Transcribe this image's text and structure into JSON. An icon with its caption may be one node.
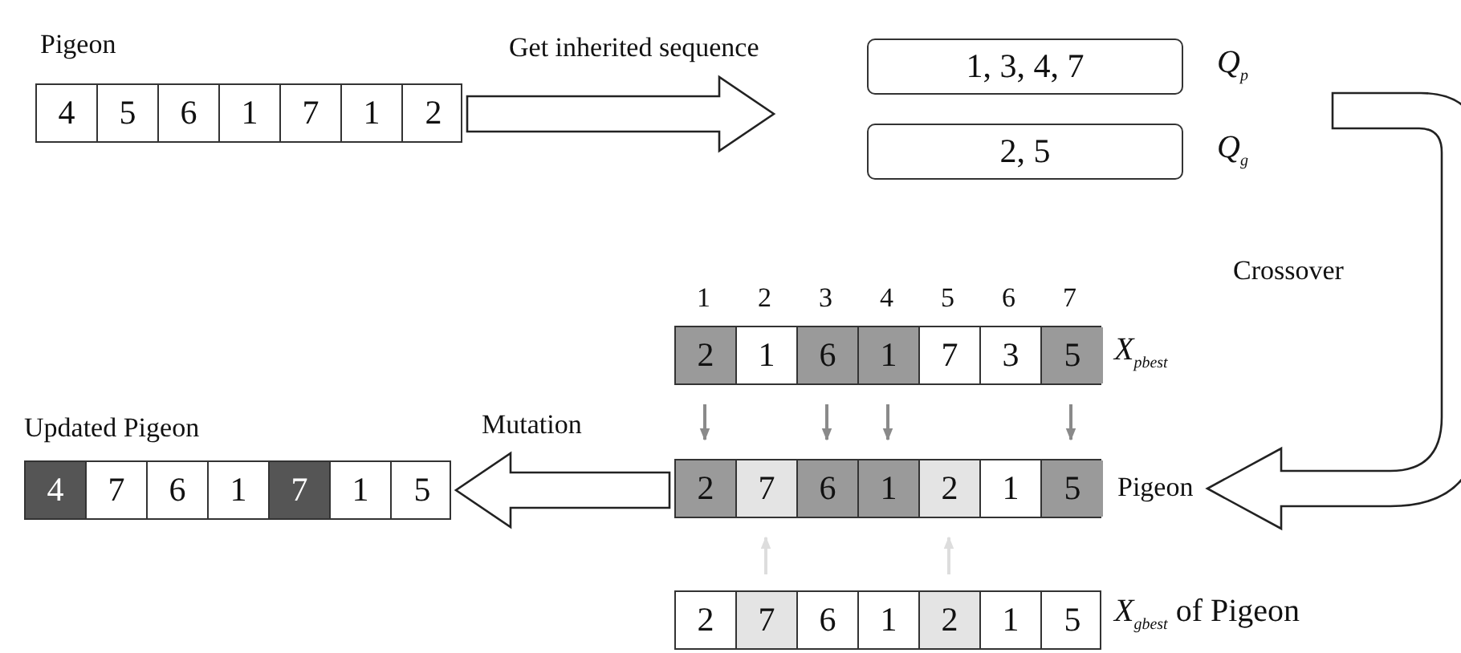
{
  "diagram": {
    "nodes": [
      {
        "text": [],
        "shape": "box",
        "beside": [
          "Pigeon"
        ]
      },
      {
        "text": [
          "4"
        ],
        "in": 0
      },
      {
        "text": [
          "5"
        ],
        "in": 0
      },
      {
        "text": [
          "6"
        ],
        "in": 0
      },
      {
        "text": [
          "1"
        ],
        "in": 0
      },
      {
        "text": [
          "7"
        ],
        "in": 0
      },
      {
        "text": [
          "1"
        ],
        "in": 0
      },
      {
        "text": [
          "2"
        ],
        "in": 0
      },
      {
        "text": [
          "1, 3, 4, 7"
        ],
        "beside": [
          "*Q*$_{p}$"
        ]
      },
      {
        "text": [
          "2, 5"
        ],
        "beside": [
          "*Q*$_{g}$"
        ]
      },
      {
        "text": [],
        "shape": "box",
        "beside": [
          "*X*$_{pbest}$"
        ]
      },
      {
        "text": [
          "2"
        ],
        "in": 10
      },
      {
        "text": [
          "1"
        ],
        "in": 10
      },
      {
        "text": [
          "6"
        ],
        "in": 10
      },
      {
        "text": [
          "1"
        ],
        "in": 10
      },
      {
        "text": [
          "7"
        ],
        "in": 10
      },
      {
        "text": [
          "3"
        ],
        "in": 10
      },
      {
        "text": [
          "5"
        ],
        "in": 10
      },
      {
        "text": [],
        "shape": "box",
        "beside": [
          "Updated Pigeon"
        ]
      },
      {
        "text": [
          "4"
        ],
        "in": 18
      },
      {
        "text": [
          "7"
        ],
        "in": 18
      },
      {
        "text": [
          "6"
        ],
        "in": 18
      },
      {
        "text": [
          "1"
        ],
        "in": 18
      },
      {
        "text": [
          "7"
        ],
        "in": 18
      },
      {
        "text": [
          "1"
        ],
        "in": 18
      },
      {
        "text": [
          "5"
        ],
        "in": 18
      },
      {
        "text": [],
        "shape": "box",
        "beside": [
          "Pigeon"
        ]
      },
      {
        "text": [
          "2"
        ],
        "in": 26
      },
      {
        "text": [
          "7"
        ],
        "in": 26
      },
      {
        "text": [
          "6"
        ],
        "in": 26
      },
      {
        "text": [
          "1"
        ],
        "in": 26
      },
      {
        "text": [
          "2"
        ],
        "in": 26
      },
      {
        "text": [
          "1"
        ],
        "in": 26
      },
      {
        "text": [
          "5"
        ],
        "in": 26
      },
      {
        "text": [],
        "shape": "box",
        "beside": [
          "*X*$_{gbest}$ of Pigeon"
        ]
      },
      {
        "text": [
          "2"
        ],
        "in": 34
      },
      {
        "text": [
          "7"
        ],
        "in": 34
      },
      {
        "text": [
          "6"
        ],
        "in": 34
      },
      {
        "text": [
          "1"
        ],
        "in": 34
      },
      {
        "text": [
          "2"
        ],
        "in": 34
      },
      {
        "text": [
          "1"
        ],
        "in": 34
      },
      {
        "text": [
          "5"
        ],
        "in": 34
      }
    ],
    "edges": [
      {
        "from": 0,
        "to": null,
        "arrow": "to",
        "label": "Get inherited sequence"
      },
      {
        "from": null,
        "to": 26,
        "arrow": "to",
        "label": "Crossover"
      },
      {
        "from": 26,
        "to": 18,
        "arrow": "to",
        "label": "Mutation"
      },
      {
        "from": 11,
        "to": 27,
        "arrow": "to"
      },
      {
        "from": 13,
        "to": 29,
        "arrow": "to"
      },
      {
        "from": 14,
        "to": 30,
        "arrow": "to"
      },
      {
        "from": 17,
        "to": 33,
        "arrow": "to"
      },
      {
        "from": 36,
        "to": 28,
        "arrow": "to",
        "color": "#dddddd"
      },
      {
        "from": 39,
        "to": 31,
        "arrow": "to",
        "color": "#dddddd"
      }
    ],
    "labels": [
      "1",
      "2",
      "3",
      "4",
      "5",
      "6",
      "7"
    ]
  }
}
